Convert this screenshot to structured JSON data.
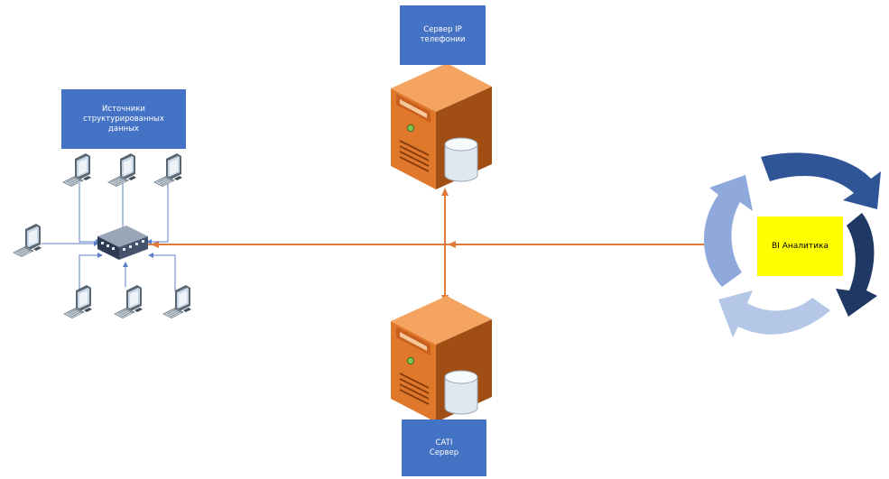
{
  "boxes": {
    "ip_server": "Сервер IP\nтелефонии",
    "sources": "Источники\nструктурированных\nданных",
    "cati_server": "CATI\nСервер",
    "bi": "BI Аналитика"
  },
  "colors": {
    "box_blue": "#4472c4",
    "server_orange": "#e0782c",
    "link_orange": "#e07a3a",
    "local_link_blue": "#5b7fc4",
    "bi_highlight": "#ffff00",
    "cycle_dark": "#203864",
    "cycle_mid": "#2f5597",
    "cycle_light": "#8fa9dc",
    "cycle_lighter": "#b4c7e7"
  },
  "icons": [
    "workstation-icon",
    "network-switch-icon",
    "server-icon",
    "database-icon",
    "cycle-arrows-icon"
  ]
}
